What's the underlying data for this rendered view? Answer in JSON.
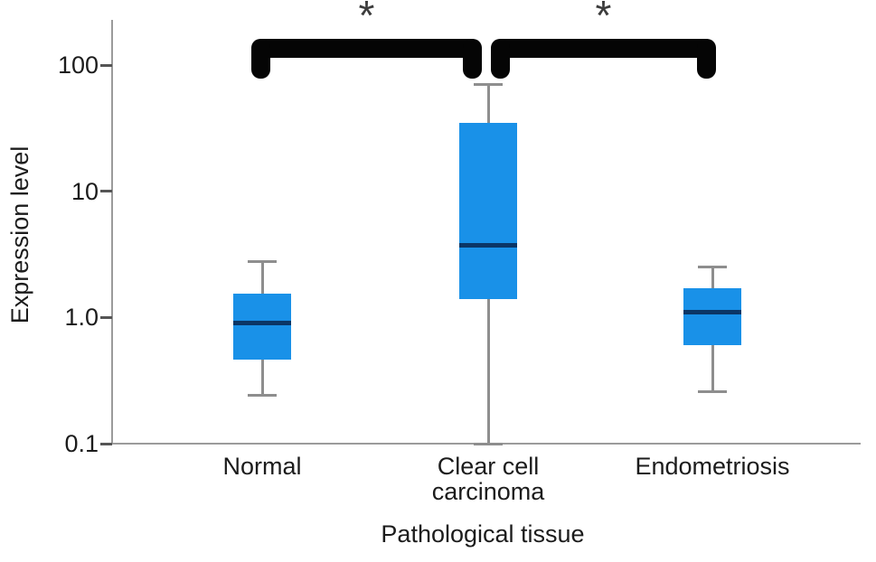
{
  "chart_data": {
    "type": "box",
    "title": "",
    "xlabel": "Pathological tissue",
    "ylabel": "Expression level",
    "y_scale": "log10",
    "ylim": [
      0.1,
      200
    ],
    "grid": false,
    "legend": "none",
    "yticks": {
      "values": [
        100,
        10,
        1,
        0.1
      ],
      "labels": [
        "100",
        "10",
        "1.0",
        "0.1"
      ]
    },
    "categories": [
      "Normal",
      "Clear cell carcinoma",
      "Endometriosis"
    ],
    "series": [
      {
        "category": "Normal",
        "whisker_low": 0.24,
        "q1": 0.46,
        "median": 0.9,
        "q3": 1.55,
        "whisker_high": 2.75
      },
      {
        "category": "Clear cell carcinoma",
        "whisker_low": 0.1,
        "q1": 1.4,
        "median": 3.7,
        "q3": 35,
        "whisker_high": 70
      },
      {
        "category": "Endometriosis",
        "whisker_low": 0.26,
        "q1": 0.6,
        "median": 1.1,
        "q3": 1.7,
        "whisker_high": 2.5
      }
    ],
    "annotations": [
      {
        "from": "Normal",
        "to": "Clear cell carcinoma",
        "label": "*",
        "significant": true
      },
      {
        "from": "Clear cell carcinoma",
        "to": "Endometriosis",
        "label": "*",
        "significant": true
      }
    ],
    "colors": {
      "box_fill": "#1991E8",
      "median_line": "#0B3666",
      "whisker": "#8E8E8E",
      "axis": "#9B9B9B",
      "tick": "#555555",
      "bracket": "#050505",
      "asterisk": "#3C3C3C",
      "text": "#1C1C1C"
    }
  }
}
